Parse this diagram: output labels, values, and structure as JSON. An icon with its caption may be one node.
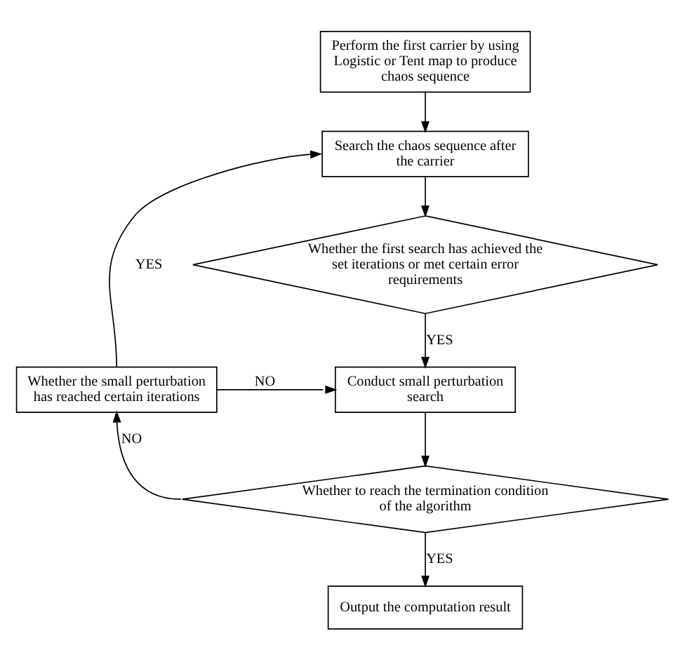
{
  "diagram": {
    "nodes": [
      {
        "text": [
          "Perform the first carrier by using Logistic or Tent map to produce chaos sequence"
        ]
      },
      {
        "text": [
          "Search the chaos sequence after the carrier"
        ]
      },
      {
        "text": [
          "Whether the first search has achieved the set iterations or met certain error requirements"
        ]
      },
      {
        "text": [
          "Whether the small perturbation has reached certain iterations"
        ]
      },
      {
        "text": [
          "Conduct small perturbation search"
        ]
      },
      {
        "text": [
          "Whether to reach the termination condition of the algorithm"
        ]
      },
      {
        "text": [
          "Output the computation result"
        ]
      }
    ],
    "edges": [
      {
        "from": 0,
        "to": 1,
        "arrow": "to"
      },
      {
        "from": 1,
        "to": 2,
        "arrow": "to"
      },
      {
        "from": 2,
        "to": 4,
        "arrow": "to",
        "label": "YES"
      },
      {
        "from": 4,
        "to": 5,
        "arrow": "to"
      },
      {
        "from": 5,
        "to": 6,
        "arrow": "to",
        "label": "YES"
      },
      {
        "from": 5,
        "to": 3,
        "arrow": "to",
        "label": "NO"
      },
      {
        "from": 3,
        "to": 4,
        "arrow": "to",
        "label": "NO"
      },
      {
        "from": 3,
        "to": 1,
        "arrow": "to",
        "label": "YES"
      }
    ]
  }
}
